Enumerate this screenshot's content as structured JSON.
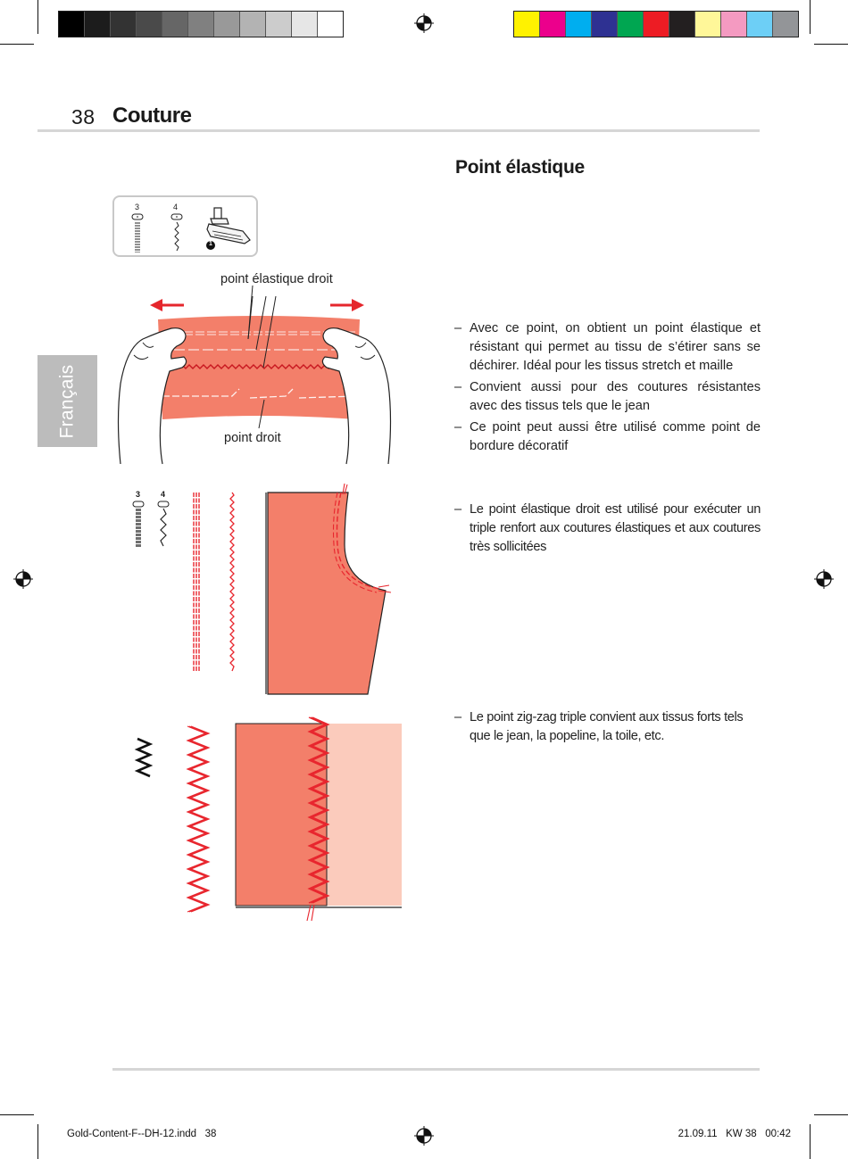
{
  "print_marks": {
    "grayscale_bar": [
      "#000000",
      "#1c1c1c",
      "#333333",
      "#4a4a4a",
      "#666666",
      "#808080",
      "#999999",
      "#b3b3b3",
      "#cccccc",
      "#e6e6e6",
      "#ffffff"
    ],
    "color_bar": [
      "#fff200",
      "#ec008c",
      "#00aeef",
      "#2e3192",
      "#00a651",
      "#ed1c24",
      "#231f20",
      "#fff799",
      "#f49ac1",
      "#6dcff6",
      "#939598"
    ]
  },
  "header": {
    "page_number": "38",
    "section_title": "Couture"
  },
  "side_tab": {
    "label": "Français"
  },
  "content": {
    "heading": "Point élastique",
    "stitch_panel": {
      "stitch_numbers": [
        "3",
        "4"
      ],
      "foot_badge": "1"
    },
    "figure1_labels": {
      "top": "point élastique droit",
      "bottom": "point droit"
    },
    "figure2_stitch_numbers": [
      "3",
      "4"
    ],
    "bullets_group1": [
      "Avec ce point, on obtient un point élastique et résistant qui permet au tissu de s’étirer sans se déchirer. Idéal pour les tissus stretch et maille",
      "Convient aussi pour des coutures résistantes avec des tissus tels que le jean",
      "Ce point peut aussi être utilisé comme point de bordure décoratif"
    ],
    "bullets_group2": [
      "Le point élastique droit est utilisé pour exécuter un triple renfort aux coutures élastiques et aux coutures très sollicitées"
    ],
    "bullets_group3": [
      "Le point zig-zag triple convient aux tissus forts tels que le jean, la popeline, la toile, etc."
    ]
  },
  "footer_slug": {
    "file": "Gold-Content-F--DH-12.indd   38",
    "datetime": "21.09.11   KW 38   00:42"
  },
  "colors": {
    "fabric": "#f37f6a",
    "fabric_light": "#fbcbbc",
    "stitch_red": "#e8262e",
    "arrow_red": "#e5262c",
    "tab_gray": "#bcbcbc"
  }
}
